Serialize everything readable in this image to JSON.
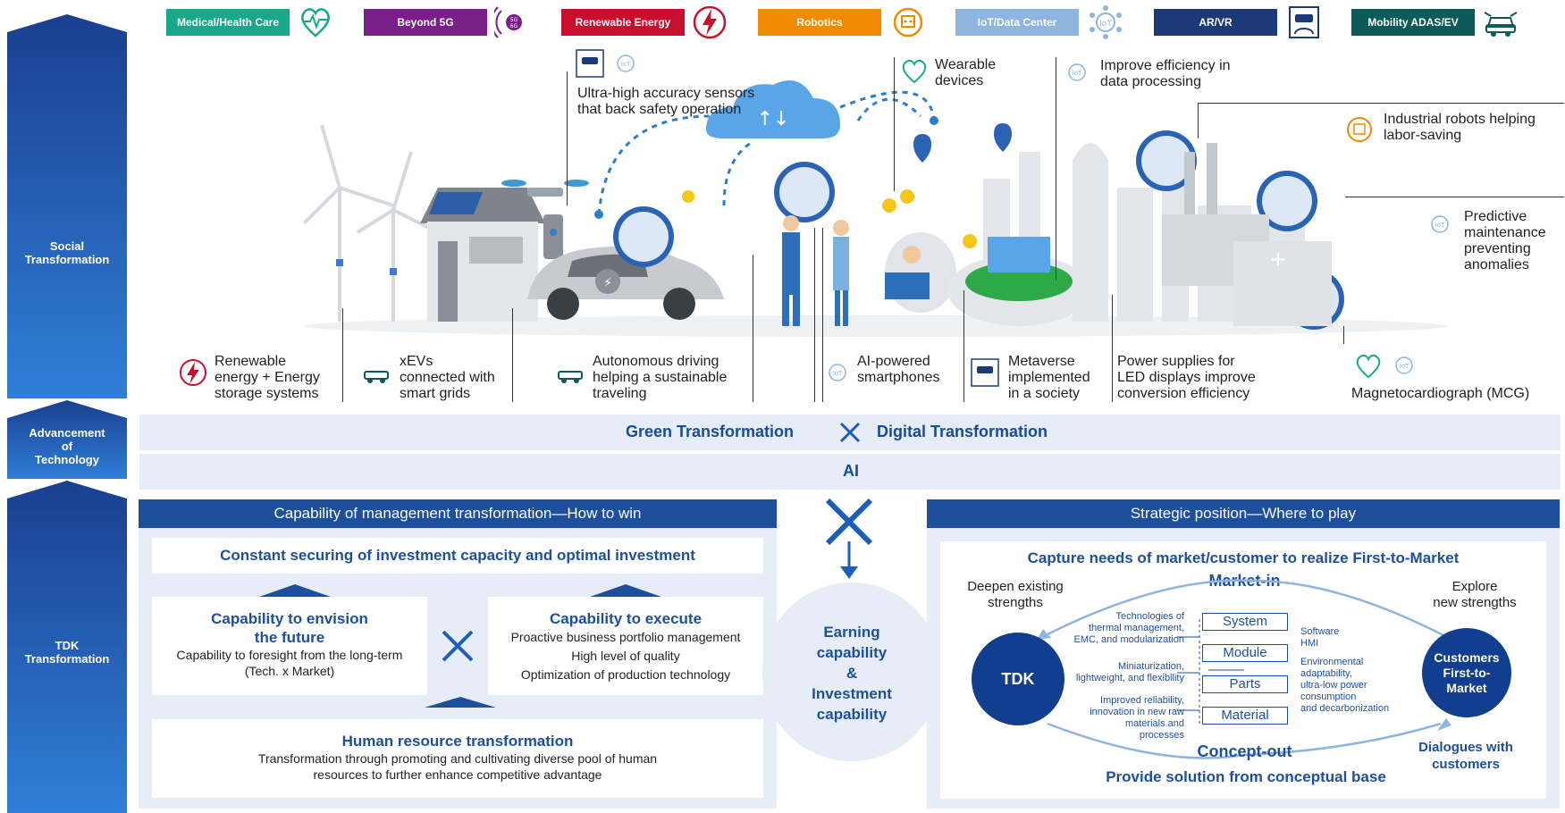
{
  "left_column": {
    "labels": [
      "Social\nTransformation",
      "Advancement\nof\nTechnology",
      "TDK\nTransformation"
    ]
  },
  "segments": [
    {
      "label": "Medical/Health Care",
      "color": "#1aa88a",
      "icon": "heart-pulse-icon"
    },
    {
      "label": "Beyond 5G",
      "color": "#7a1f8a",
      "icon": "5g-6g-icon"
    },
    {
      "label": "Renewable Energy",
      "color": "#c8102e",
      "icon": "lightning-icon"
    },
    {
      "label": "Robotics",
      "color": "#f08a00",
      "icon": "robot-icon"
    },
    {
      "label": "IoT/Data Center",
      "color": "#8eb4e0",
      "icon": "iot-icon"
    },
    {
      "label": "AR/VR",
      "color": "#1d3a78",
      "icon": "vr-headset-icon"
    },
    {
      "label": "Mobility ADAS/EV",
      "color": "#0d5a5a",
      "icon": "car-icon"
    }
  ],
  "social": {
    "ultra_sensors": "Ultra-high accuracy sensors\nthat back safety operation",
    "wearable": "Wearable\ndevices",
    "data_processing": "Improve efficiency in\ndata processing",
    "industrial_robots": "Industrial robots helping\nlabor-saving",
    "predictive": "Predictive\nmaintenance\npreventing\nanomalies",
    "renewable": "Renewable\nenergy + Energy\nstorage systems",
    "xevs": "xEVs\nconnected with\nsmart grids",
    "autonomous": "Autonomous driving\nhelping a sustainable\ntraveling",
    "smartphones": "AI-powered\nsmartphones",
    "metaverse": "Metaverse\nimplemented\nin a society",
    "power_supplies": "Power supplies for\nLED displays improve\nconversion efficiency",
    "mcg": "Magnetocardiograph (MCG)"
  },
  "technology": {
    "green": "Green Transformation",
    "digital": "Digital Transformation",
    "ai": "AI"
  },
  "management": {
    "header": "Capability of management transformation—How to win",
    "investment": "Constant securing of investment capacity and optimal investment",
    "envision_title": "Capability to envision\nthe future",
    "envision_body": "Capability to foresight from the long-term\n(Tech. x Market)",
    "execute_title": "Capability to execute",
    "execute_body": "Proactive business portfolio management\nHigh level of quality\nOptimization of production technology",
    "hr_title": "Human resource transformation",
    "hr_body": "Transformation through promoting and cultivating diverse pool of human\nresources to further enhance competitive advantage"
  },
  "center": {
    "earning": "Earning\ncapability\n&\nInvestment\ncapability"
  },
  "strategy": {
    "header": "Strategic position—Where to play",
    "capture": "Capture needs of market/customer to realize First-to-Market",
    "market_in": "Market-in",
    "concept_out": "Concept-out",
    "deepen": "Deepen existing\nstrengths",
    "explore": "Explore\nnew strengths",
    "tdk": "TDK",
    "customers": "Customers\nFirst-to-\nMarket",
    "dialogues": "Dialogues with\ncustomers",
    "provide": "Provide solution from conceptual base",
    "layers": [
      "System",
      "Module",
      "Parts",
      "Material"
    ],
    "left_notes": [
      "Technologies of\nthermal management,\nEMC, and modularization",
      "Miniaturization,\nlightweight, and flexibility",
      "Improved reliability,\ninnovation in new raw\nmaterials and\nprocesses"
    ],
    "right_notes": [
      "Software\nHMI",
      "Environmental\nadaptability,\nultra-low power\nconsumption\nand decarbonization"
    ]
  },
  "colors": {
    "primary_blue": "#1d4f9c",
    "band_bg": "#e6edf6",
    "cross_blue": "#1d5fb8"
  }
}
